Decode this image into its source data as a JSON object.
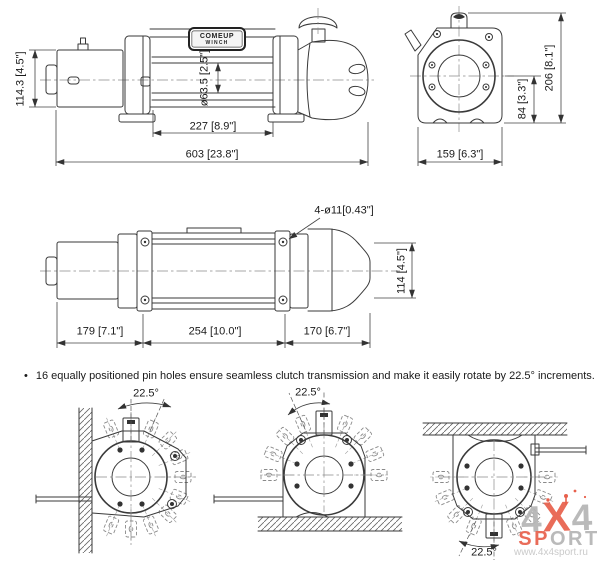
{
  "drawing": {
    "badge": {
      "line1": "COMEUP",
      "line2": "WINCH"
    },
    "side_view": {
      "height": "114.3 [4.5\"]",
      "drum_diameter": "ø63.5 [2.5\"]",
      "drum_length": "227 [8.9\"]",
      "overall_length": "603 [23.8\"]"
    },
    "front_view": {
      "overall_height": "206 [8.1\"]",
      "center_height": "84 [3.3\"]",
      "width": "159 [6.3\"]"
    },
    "top_view": {
      "mount_holes": "4-ø11[0.43\"]",
      "width": "114 [4.5\"]",
      "motor_length": "179 [7.1\"]",
      "bolt_spacing": "254 [10.0\"]",
      "gear_length": "170 [6.7\"]"
    }
  },
  "note": {
    "bullet": "•",
    "text": "16 equally positioned pin holes ensure seamless clutch transmission and make it easily rotate by 22.5° increments."
  },
  "rotation_diagrams": {
    "angle": "22.5°"
  },
  "watermark": {
    "brand_a": "4",
    "brand_b": "X",
    "brand_c": "4",
    "sport_red": "SP",
    "sport_gray": "ORT",
    "url": "www.4x4sport.ru",
    "red": "#e8604c",
    "gray": "#b5b5b5"
  }
}
